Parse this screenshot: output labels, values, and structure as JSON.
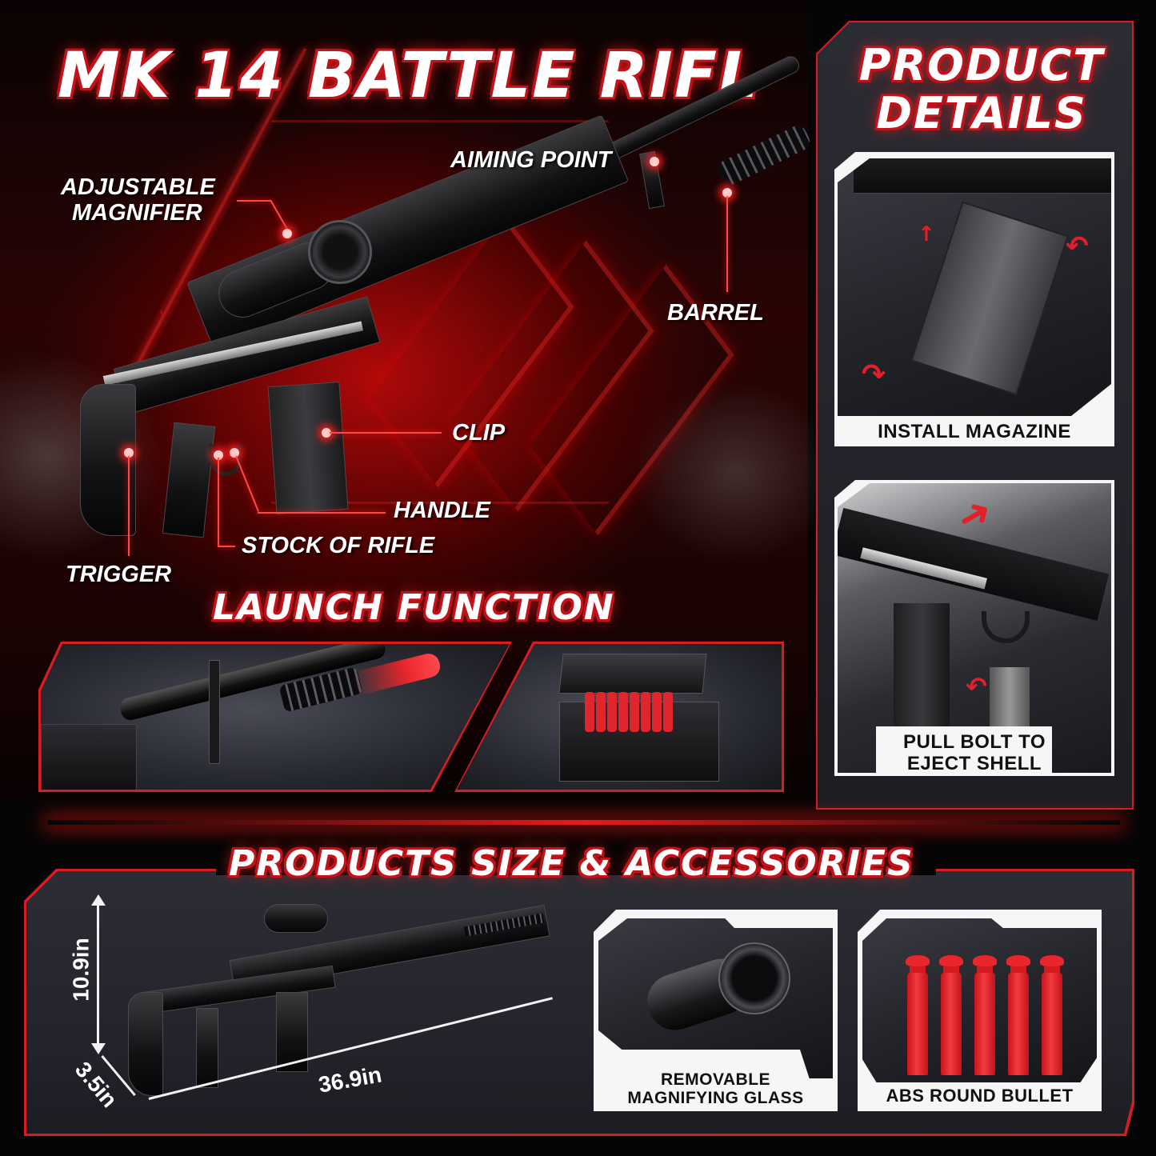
{
  "hero": {
    "title": "MK 14 BATTLE RIFL",
    "callouts": {
      "adjustable_magnifier_line1": "ADJUSTABLE",
      "adjustable_magnifier_line2": "MAGNIFIER",
      "aiming_point": "AIMING POINT",
      "barrel": "BARREL",
      "clip": "CLIP",
      "handle": "HANDLE",
      "stock_of_rifle": "STOCK OF RIFLE",
      "trigger": "TRIGGER"
    }
  },
  "launch": {
    "title": "LAUNCH FUNCTION",
    "images": [
      {
        "name": "barrel-firing-dart"
      },
      {
        "name": "ammo-box-with-darts"
      }
    ]
  },
  "product_details": {
    "title_line1": "PRODUCT",
    "title_line2": "DETAILS",
    "cards": [
      {
        "caption_line1": "INSTALL MAGAZINE",
        "caption_line2": ""
      },
      {
        "caption_line1": "PULL BOLT TO",
        "caption_line2": "EJECT SHELL"
      }
    ]
  },
  "accessories": {
    "title": "PRODUCTS SIZE & ACCESSORIES",
    "dimensions": {
      "height": "10.9in",
      "depth": "3.5in",
      "length": "36.9in"
    },
    "cards": [
      {
        "caption_line1": "REMOVABLE",
        "caption_line2": "MAGNIFYING GLASS"
      },
      {
        "caption_line1": "ABS ROUND BULLET",
        "caption_line2": ""
      }
    ]
  },
  "colors": {
    "accent_red": "#d81c22",
    "glow_red": "#ff2020",
    "panel_dark": "#24252c",
    "background": "#050505"
  }
}
